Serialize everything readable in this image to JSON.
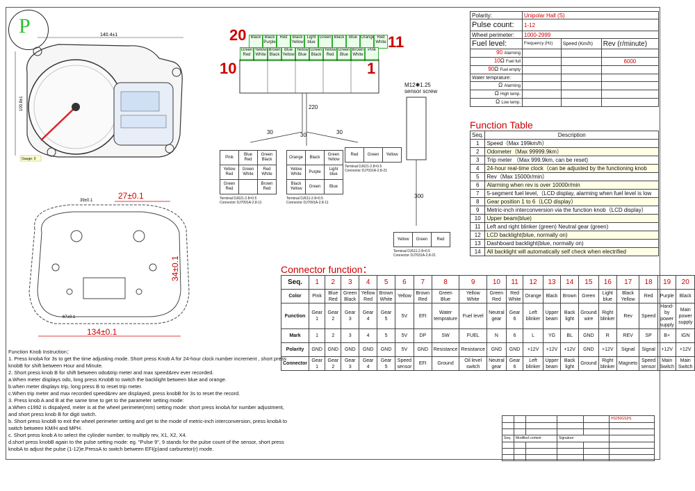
{
  "logo": {
    "letter": "P"
  },
  "gauge_dims": {
    "width": "140.4±1",
    "height": "100.8±1",
    "note": "Gauge: 0"
  },
  "outline_dims": {
    "d1": "27±0.1",
    "d2": "39±0.1",
    "d3": "34±0.1",
    "d4": "67±0.1",
    "d5": "134±0.1"
  },
  "harness": {
    "pin_left_top": "20",
    "pin_left_bottom": "10",
    "pin_right_top": "11",
    "pin_right_bottom": "1",
    "top_pins": [
      "Black",
      "Black Purple",
      "Red",
      "Black Yellow",
      "Light blue",
      "Green",
      "Black",
      "Blue",
      "Orange",
      "Red White"
    ],
    "bottom_pins": [
      "Green Red",
      "Yellow White",
      "Brown Black",
      "Blue Yellow",
      "Yellow Blue",
      "Green Black",
      "Yellow Red",
      "Green Blue",
      "Brown White",
      "Pink"
    ],
    "trunk_len": "220",
    "branch_a": "30",
    "branch_b": "30",
    "branch_c": "30",
    "sensor_label": "M12✱1.25\nsensor screw",
    "sensor_len": "300"
  },
  "plug1": {
    "cells": [
      "Pink",
      "Blue Red",
      "Green Black",
      "Yellow Red",
      "Green White",
      "Red White",
      "Green Red",
      "",
      "Brown Red"
    ],
    "t1": "Terminal",
    "t2": "DJ621-2.8×0.5",
    "c1": "Connector",
    "c2": "DJ7091A-2.8-11"
  },
  "plug2": {
    "cells": [
      "Orange",
      "Black",
      "Green Yellow",
      "Yellow White",
      "Purple",
      "Light blue",
      "Black Yellow",
      "Green",
      "Blue"
    ],
    "t1": "Terminal",
    "t2": "DJ611-2.8×0.5",
    "c1": "Connector",
    "c2": "DJ7091A-2.8-11"
  },
  "plug3": {
    "cells": [
      "Red",
      "Green",
      "Yellow"
    ],
    "t1": "Terminal",
    "t2": "DJ621-2.8×0.5",
    "c1": "Connector",
    "c2": "DJ7031A-2.8-21"
  },
  "plug4": {
    "cells": [
      "Yellow",
      "Green",
      "Red"
    ],
    "t1": "Terminal",
    "t2": "DJ611-2.8×0.5",
    "c1": "Connector",
    "c2": "DJ7031A-2.8-21"
  },
  "spec": {
    "polarity_label": "Polarity:",
    "polarity_value": "Unipolar Hall (S)",
    "pulse_label": "Pulse count:",
    "pulse_value": "1-12",
    "wheel_label": "Wheel perimeter:",
    "wheel_value": "1000-2999",
    "fuel_label": "Fuel level:",
    "freq_label": "Frequency (Hz)",
    "speed_label": "Speed (Km/h)",
    "rev_label": "Rev (r/minute)",
    "fuel_rows": [
      {
        "v": "90",
        "u": "",
        "t": "Alarming"
      },
      {
        "v": "10",
        "u": "Ω",
        "t": "Fuel full"
      },
      {
        "v": "90",
        "u": "Ω",
        "t": "Fuel empty"
      }
    ],
    "rev_value": "6000",
    "water_label": "Water temprature:",
    "water_rows": [
      {
        "u": "Ω",
        "t": "Alarming"
      },
      {
        "u": "Ω",
        "t": "High temp."
      },
      {
        "u": "Ω",
        "t": "Low temp."
      }
    ]
  },
  "function_table": {
    "title": "Function Table",
    "h1": "Seq.",
    "h2": "Description",
    "rows": [
      {
        "n": "1",
        "d": "Speed（Max 199km/h）"
      },
      {
        "n": "2",
        "d": "Odometer（Max 99999.9km）"
      },
      {
        "n": "3",
        "d": "Trip meter （Max 999.9km, can be reset)"
      },
      {
        "n": "4",
        "d": "24-hour real-time clock（can be adjusted by the functioning knob"
      },
      {
        "n": "5",
        "d": "Rev（Max 15000r/min）"
      },
      {
        "n": "6",
        "d": "Alarming when rev is over 10000r/min"
      },
      {
        "n": "7",
        "d": "5-segment fuel level,（LCD display, alarming when fuel level is low"
      },
      {
        "n": "8",
        "d": "Gear position 1 to 6（LCD display）"
      },
      {
        "n": "9",
        "d": "Metric-inch interconversion via the function knob（LCD display）"
      },
      {
        "n": "10",
        "d": "Upper beam(blue)"
      },
      {
        "n": "11",
        "d": "Left and right blinker (green) Neutral gear (green)"
      },
      {
        "n": "12",
        "d": "LCD backlight(blue, normally on)"
      },
      {
        "n": "13",
        "d": "Dashboard backlight(blue, normally on)"
      },
      {
        "n": "14",
        "d": "All backlight will automatically self check when electrified"
      }
    ]
  },
  "connector": {
    "title": "Connector function：",
    "row_heads": [
      "Seq.",
      "Color",
      "Function",
      "Mark",
      "Polarity",
      "Connector"
    ],
    "seq": [
      "1",
      "2",
      "3",
      "4",
      "5",
      "6",
      "7",
      "8",
      "9",
      "10",
      "11",
      "12",
      "13",
      "14",
      "15",
      "16",
      "17",
      "18",
      "19",
      "20"
    ],
    "color": [
      "Pink",
      "Blue Red",
      "Green Black",
      "Yellow Red",
      "Brown White",
      "Yellow",
      "Brown Red",
      "Green Blue",
      "Yellow White",
      "Green Red",
      "Red White",
      "Orange",
      "Black",
      "Brown",
      "Green",
      "Light blue",
      "Black Yellow",
      "Red",
      "Purple",
      "Black"
    ],
    "function": [
      "Gear 1",
      "Gear 2",
      "Gear 3",
      "Gear 4",
      "Gear 5",
      "5V",
      "EFI",
      "Water temprature",
      "Fuel level",
      "Neutral gear",
      "Gear 6",
      "Left blinker",
      "Upper beam",
      "Back light",
      "Ground wire",
      "Right blinker",
      "Rev",
      "Speed",
      "Hand-by power supply",
      "Main power supply"
    ],
    "mark": [
      "1",
      "2",
      "3",
      "4",
      "5",
      "5V",
      "DP",
      "SW",
      "FUEL",
      "N",
      "6",
      "L",
      "YG",
      "BL",
      "GND",
      "R",
      "REV",
      "SP",
      "B+",
      "IGN"
    ],
    "polarity": [
      "GND",
      "GND",
      "GND",
      "GND",
      "GND",
      "5V",
      "GND",
      "Resistance",
      "Resistance",
      "GND",
      "GND",
      "+12V",
      "+12V",
      "+12V",
      "GND",
      "+12V",
      "Signal",
      "Signal",
      "+12V",
      "+12V"
    ],
    "connector": [
      "Gear 1",
      "Gear 2",
      "Gear 3",
      "Gear 4",
      "Gear 5",
      "Speed sensor",
      "EFI",
      "Ground",
      "Oil level switch",
      "Neutral gear",
      "Gear 6",
      "Left blinker",
      "Upper beam",
      "Back light",
      "Ground",
      "Right blinker",
      "Magneto",
      "Speed sensor",
      "Main Switch",
      "Main Switch"
    ]
  },
  "instructions": {
    "lines": [
      "Function Knob Instruction：",
      "1. Press knobA for 3s to get the time adjusting mode. Short press Knob A for 24-hour clock number increment , short press",
      "knobB for shift between Hour and Minute.",
      "2. Short press knob B for shift between odo&trip meter and max speed&rev ever recorded.",
      "a.When meter displays odo, long press KnobB to switch the backlight between blue and orange.",
      "b.when meter displays trip, long press B to reset trip meter.",
      "c.When trip meter and max recorded speed&rev are displayed, press knobB for 3s to reset the record.",
      "3. Press knob A and B at the same time to get to the parameter setting mode:",
      "a.When c1992 is dispalyed, meter is at the wheel  perimeter(mm) setting mode: short press knobA for number adjustment,",
      "and short press knob B for digit switch.",
      "b. Short press knobB to exit the wheel perimeter setting and get to the mode of metric-inch interconversion, press knobA to",
      "switch between KM/H and MPH.",
      "c. Short press knob A to select the cylinder number, to multiply rev, X1, X2, X4.",
      "d.short press knobB again to the pulse setting mode: eg. \"Pulse 9\", 9 stands for the pulse count of the sensor, short press",
      "knobA to adjust the pulse (1-12)e.PressA to switch between EFI(p)and carburetor(r) mode."
    ]
  },
  "title_block": {
    "model": "HS250GS(H)",
    "c1": "Seq.",
    "c2": "Modified content",
    "c3": "Signature"
  }
}
